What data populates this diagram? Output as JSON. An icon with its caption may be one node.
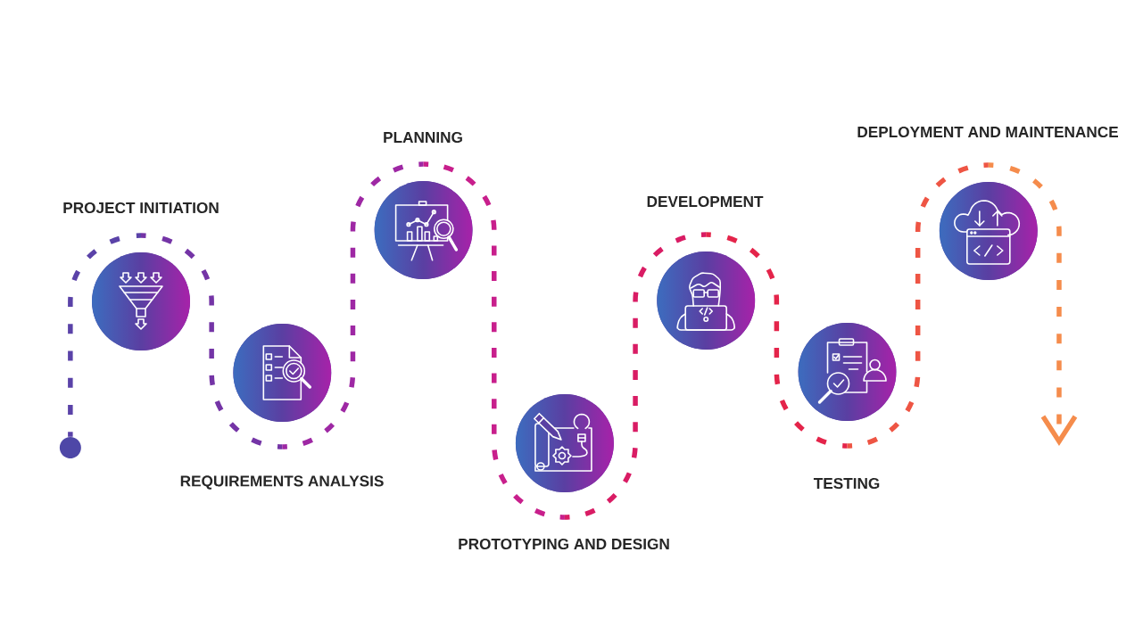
{
  "diagram": {
    "nodes": [
      {
        "text": [],
        "shape": "circle"
      },
      {
        "text": [
          "PROJECT INITIATION"
        ]
      },
      {
        "text": [
          "REQUIREMENTS ANALYSIS"
        ]
      },
      {
        "text": [
          "PLANNING"
        ]
      },
      {
        "text": [
          "PROTOTYPING AND DESIGN"
        ]
      },
      {
        "text": [
          "DEVELOPMENT"
        ]
      },
      {
        "text": [
          "TESTING"
        ]
      },
      {
        "text": [
          "DEPLOYMENT AND MAINTENANCE"
        ]
      }
    ],
    "edges": [
      {
        "from": 0,
        "to": 1,
        "arrow": "none",
        "style": "dashed",
        "color": "#5a42a8"
      },
      {
        "from": 1,
        "to": 2,
        "arrow": "none",
        "style": "dashed",
        "color": "#7434a6"
      },
      {
        "from": 2,
        "to": 3,
        "arrow": "none",
        "style": "dashed",
        "color": "#9e28a4"
      },
      {
        "from": 3,
        "to": 4,
        "arrow": "none",
        "style": "dashed",
        "color": "#c81f8c"
      },
      {
        "from": 4,
        "to": 5,
        "arrow": "none",
        "style": "dashed",
        "color": "#d91c64"
      },
      {
        "from": 5,
        "to": 6,
        "arrow": "none",
        "style": "dashed",
        "color": "#e4244a"
      },
      {
        "from": 6,
        "to": 7,
        "arrow": "none",
        "style": "dashed",
        "color": "#ee5544"
      },
      {
        "from": 7,
        "to": null,
        "arrow": "to",
        "style": "dashed",
        "color": "#f58c4c"
      }
    ]
  }
}
